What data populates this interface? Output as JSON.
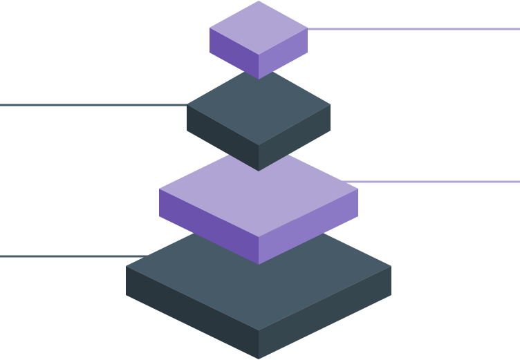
{
  "diagram": {
    "type": "isometric-layer-pyramid",
    "layer_count": 4,
    "layers": [
      {
        "tier": 1,
        "position": "top",
        "palette": "purple",
        "callout_side": "right"
      },
      {
        "tier": 2,
        "position": "upper-middle",
        "palette": "slate",
        "callout_side": "left"
      },
      {
        "tier": 3,
        "position": "lower-middle",
        "palette": "purple",
        "callout_side": "right"
      },
      {
        "tier": 4,
        "position": "bottom",
        "palette": "slate",
        "callout_side": "left"
      }
    ]
  },
  "colors": {
    "purple_top": "#b0a4d5",
    "purple_left": "#6a52ad",
    "purple_right": "#8b79c6",
    "purple_line": "#b0a4d5",
    "slate_top": "#465a67",
    "slate_left": "#29363d",
    "slate_right": "#35464f",
    "slate_line": "#465a67",
    "background": "#ffffff"
  }
}
